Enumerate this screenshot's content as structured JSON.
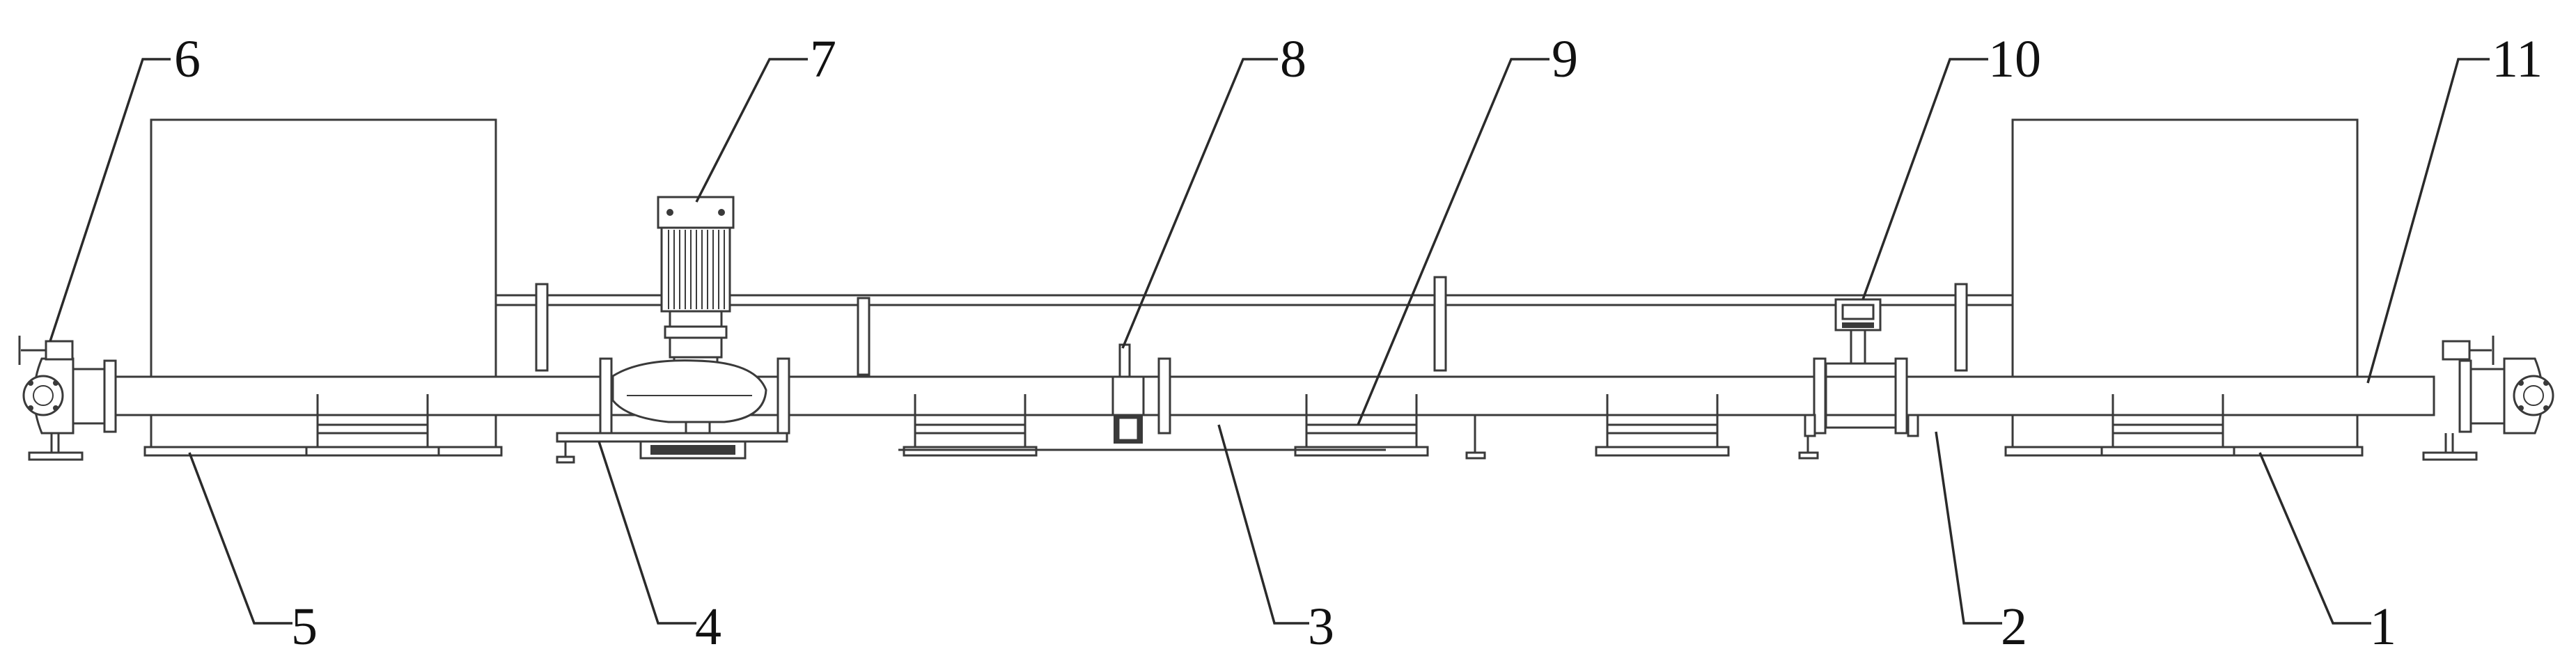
{
  "diagram": {
    "labels": [
      {
        "id": "1",
        "text": "1"
      },
      {
        "id": "2",
        "text": "2"
      },
      {
        "id": "3",
        "text": "3"
      },
      {
        "id": "4",
        "text": "4"
      },
      {
        "id": "5",
        "text": "5"
      },
      {
        "id": "6",
        "text": "6"
      },
      {
        "id": "7",
        "text": "7"
      },
      {
        "id": "8",
        "text": "8"
      },
      {
        "id": "9",
        "text": "9"
      },
      {
        "id": "10",
        "text": "10"
      },
      {
        "id": "11",
        "text": "11"
      }
    ],
    "colors": {
      "line": "#3a3a3a",
      "text": "#111111",
      "background": "#ffffff"
    }
  }
}
